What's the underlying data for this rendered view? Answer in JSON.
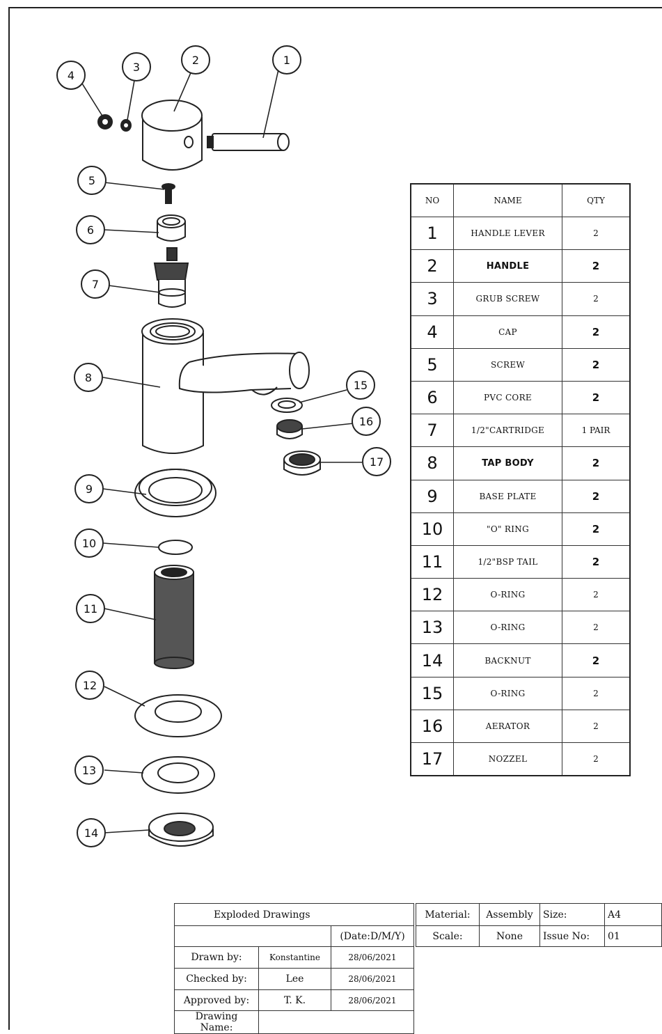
{
  "balloons": [
    "1",
    "2",
    "3",
    "4",
    "5",
    "6",
    "7",
    "8",
    "9",
    "10",
    "11",
    "12",
    "13",
    "14",
    "15",
    "16",
    "17"
  ],
  "parts_table": {
    "headers": [
      "NO",
      "NAME",
      "QTY"
    ],
    "rows": [
      {
        "no": "1",
        "name": "HANDLE LEVER",
        "qty": "2"
      },
      {
        "no": "2",
        "name": "HANDLE",
        "qty": "2"
      },
      {
        "no": "3",
        "name": "GRUB SCREW",
        "qty": "2"
      },
      {
        "no": "4",
        "name": "CAP",
        "qty": "2"
      },
      {
        "no": "5",
        "name": "SCREW",
        "qty": "2"
      },
      {
        "no": "6",
        "name": "PVC CORE",
        "qty": "2"
      },
      {
        "no": "7",
        "name": "1/2\"CARTRIDGE",
        "qty": "1 PAIR"
      },
      {
        "no": "8",
        "name": "TAP BODY",
        "qty": "2"
      },
      {
        "no": "9",
        "name": "BASE PLATE",
        "qty": "2"
      },
      {
        "no": "10",
        "name": "\"O\" RING",
        "qty": "2"
      },
      {
        "no": "11",
        "name": "1/2\"BSP TAIL",
        "qty": "2"
      },
      {
        "no": "12",
        "name": "O-RING",
        "qty": "2"
      },
      {
        "no": "13",
        "name": "O-RING",
        "qty": "2"
      },
      {
        "no": "14",
        "name": "BACKNUT",
        "qty": "2"
      },
      {
        "no": "15",
        "name": "O-RING",
        "qty": "2"
      },
      {
        "no": "16",
        "name": "AERATOR",
        "qty": "2"
      },
      {
        "no": "17",
        "name": "NOZZEL",
        "qty": "2"
      }
    ]
  },
  "title_block": {
    "title": "Exploded Drawings",
    "date_format": "(Date:D/M/Y)",
    "drawn_by_label": "Drawn by:",
    "drawn_by": "Konstantine",
    "drawn_date": "28/06/2021",
    "checked_by_label": "Checked by:",
    "checked_by": "Lee",
    "checked_date": "28/06/2021",
    "approved_by_label": "Approved by:",
    "approved_by": "T. K.",
    "approved_date": "28/06/2021",
    "drawing_name_label": "Drawing Name:",
    "drawing_name": "",
    "material_label": "Material:",
    "material": "Assembly",
    "size_label": "Size:",
    "size": "A4",
    "scale_label": "Scale:",
    "scale": "None",
    "issue_label": "Issue No:",
    "issue": "01"
  }
}
